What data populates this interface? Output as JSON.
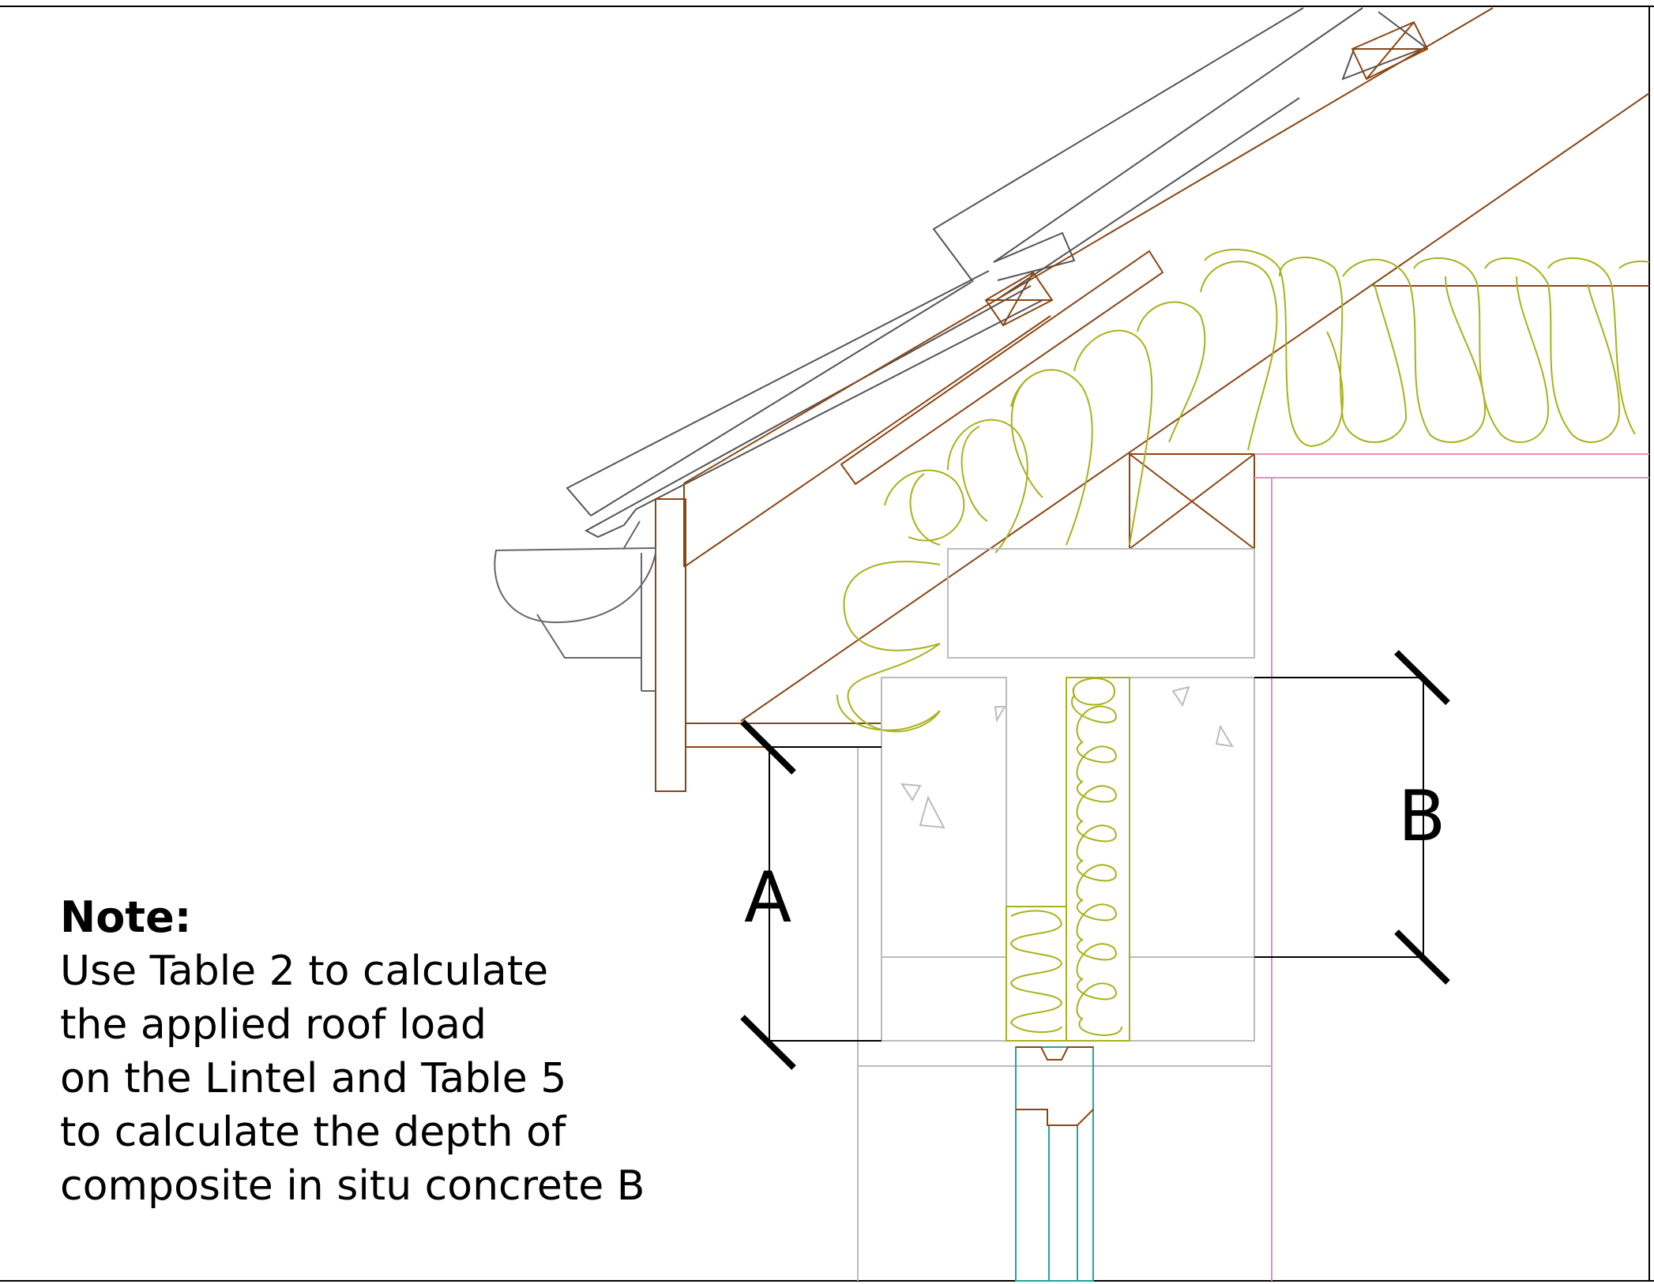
{
  "note": {
    "title": "Note:",
    "lines": [
      "Use Table 2 to calculate",
      "the applied roof load",
      "on the Lintel and Table 5",
      "to calculate the depth of",
      "composite in situ concrete B"
    ]
  },
  "dimensions": {
    "a_label": "A",
    "b_label": "B"
  },
  "colors": {
    "timber": "#8B4513",
    "insulation": "#A8B21C",
    "masonry": "#BBBBBB",
    "tile": "#555555",
    "plaster": "#E58FC0",
    "window_frame": "#2AA198",
    "dimension": "#000000"
  }
}
